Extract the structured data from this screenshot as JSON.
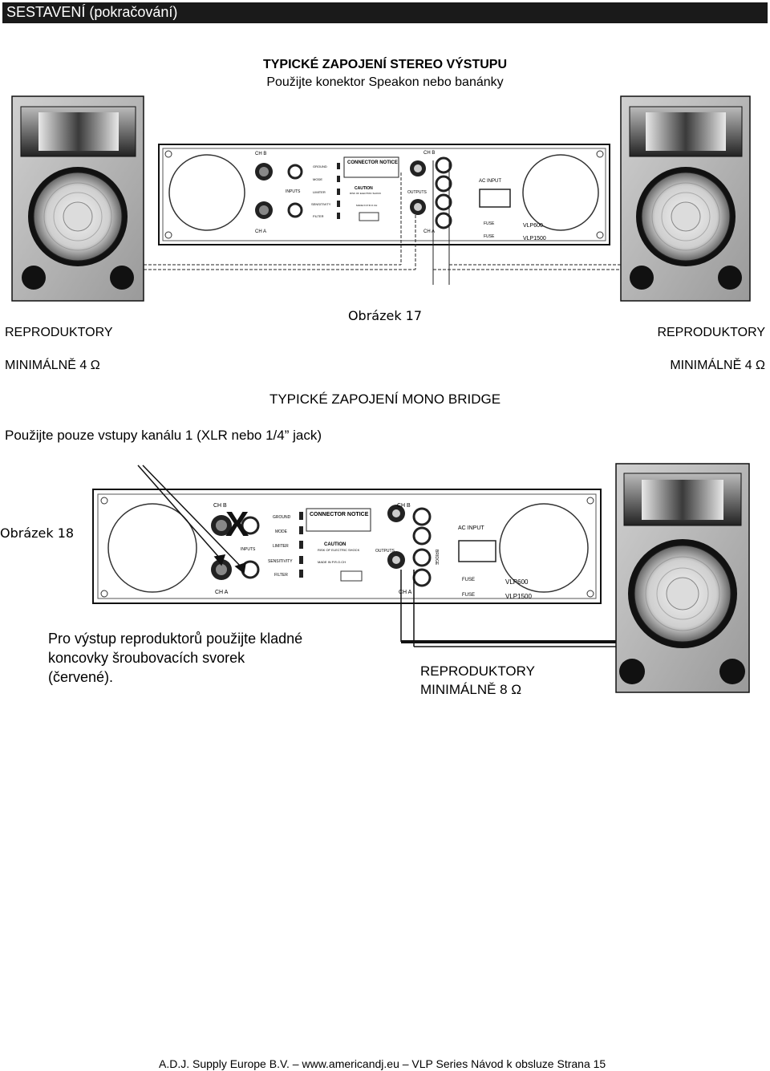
{
  "header": {
    "title": "SESTAVENÍ (pokračování)"
  },
  "stereo": {
    "title": "TYPICKÉ ZAPOJENÍ STEREO VÝSTUPU",
    "subtitle": "Použijte konektor Speakon nebo banánky",
    "figure_caption": "Obrázek 17",
    "left_speaker_label": "REPRODUKTORY",
    "left_speaker_spec": "MINIMÁLNĚ 4 Ω",
    "right_speaker_label": "REPRODUKTORY",
    "right_speaker_spec": "MINIMÁLNĚ 4 Ω"
  },
  "mono": {
    "title": "TYPICKÉ ZAPOJENÍ MONO BRIDGE",
    "instruction": "Použijte pouze vstupy kanálu 1 (XLR nebo 1/4” jack)",
    "figure_caption": "Obrázek 18",
    "output_note_line1": "Pro výstup reproduktorů použijte kladné",
    "output_note_line2": "koncovky šroubovacích svorek",
    "output_note_line3": "(červené).",
    "speaker_label": "REPRODUKTORY",
    "speaker_spec": "MINIMÁLNĚ 8 Ω",
    "cross_mark": "X"
  },
  "panel": {
    "ch_b": "CH B",
    "ch_a": "CH A",
    "ground": "GROUND",
    "mode": "MODE",
    "limiter": "LIMITER",
    "sensitivity": "SENSITIVITY",
    "filter": "FILTER",
    "inputs": "INPUTS",
    "outputs": "OUTPUTS",
    "connector_notice": "CONNECTOR NOTICE",
    "caution": "CAUTION",
    "caution_sub": "RISK OF ELECTRIC SHOCK DO NOT OPEN",
    "made_in": "MADE IN P.R.O.CH",
    "ac_input": "AC INPUT",
    "fuse": "FUSE",
    "vlp600": "VLP600",
    "vlp1500": "VLP1500",
    "bridge": "BRIDGE"
  },
  "footer": {
    "text": "A.D.J. Supply Europe B.V. – www.americandj.eu – VLP Series Návod k obsluze Strana 15"
  }
}
